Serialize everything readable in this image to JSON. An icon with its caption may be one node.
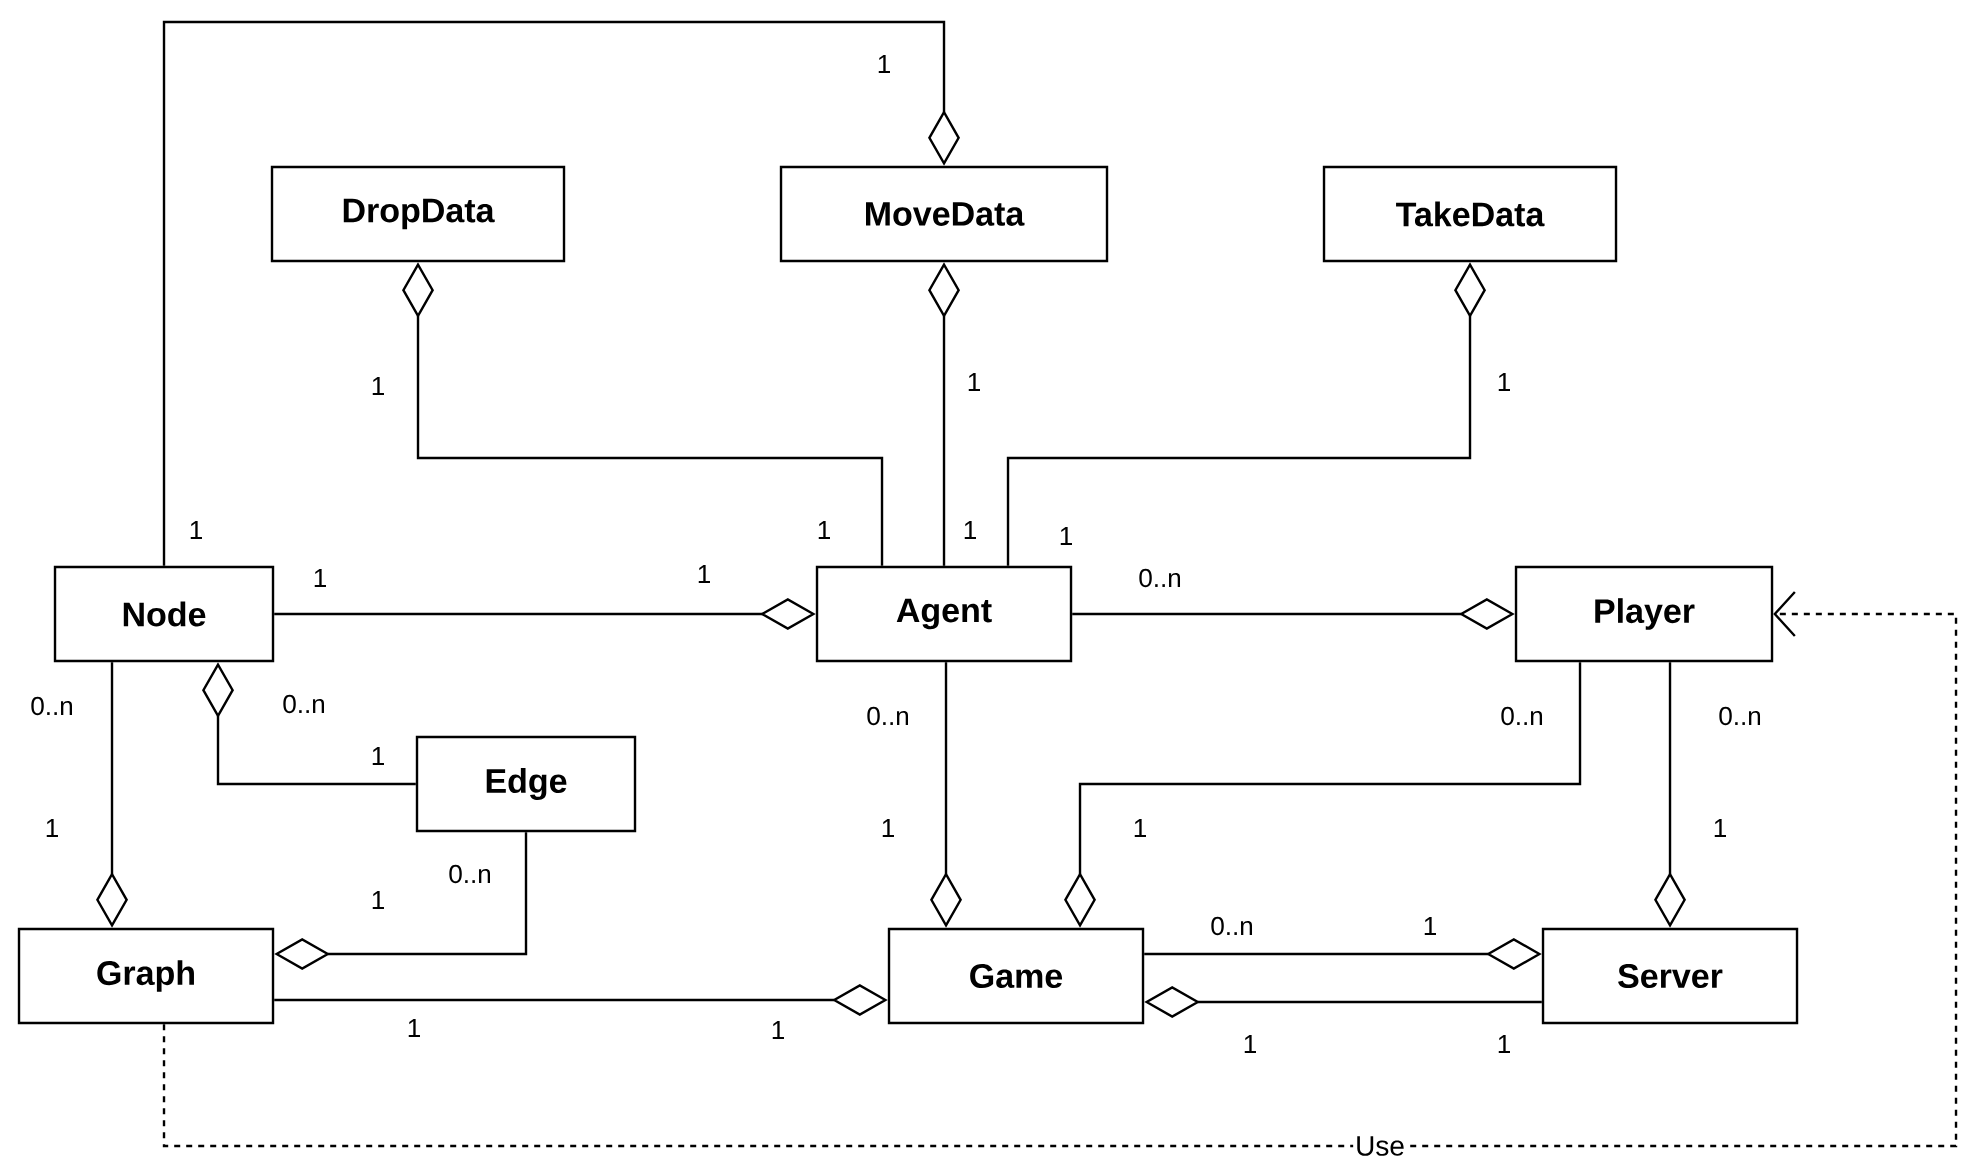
{
  "diagram": {
    "nodes": [
      {
        "text": [
          "DropData"
        ]
      },
      {
        "text": [
          "MoveData"
        ]
      },
      {
        "text": [
          "TakeData"
        ]
      },
      {
        "text": [
          "Node"
        ]
      },
      {
        "text": [
          "Agent"
        ]
      },
      {
        "text": [
          "Player"
        ]
      },
      {
        "text": [
          "Edge"
        ]
      },
      {
        "text": [
          "Graph"
        ]
      },
      {
        "text": [
          "Game"
        ]
      },
      {
        "text": [
          "Server"
        ]
      }
    ],
    "edges": [
      {
        "from": 3,
        "to": 1,
        "arrow": "other"
      },
      {
        "from": 4,
        "to": 0,
        "arrow": "other"
      },
      {
        "from": 4,
        "to": 1,
        "arrow": "other"
      },
      {
        "from": 4,
        "to": 2,
        "arrow": "other"
      },
      {
        "from": 3,
        "to": 4,
        "arrow": "other"
      },
      {
        "from": 4,
        "to": 5,
        "arrow": "other"
      },
      {
        "from": 6,
        "to": 3,
        "arrow": "other"
      },
      {
        "from": 3,
        "to": 7,
        "arrow": "other"
      },
      {
        "from": 6,
        "to": 7,
        "arrow": "other"
      },
      {
        "from": 7,
        "to": 8,
        "arrow": "other"
      },
      {
        "from": 4,
        "to": 8,
        "arrow": "other"
      },
      {
        "from": 5,
        "to": 8,
        "arrow": "other"
      },
      {
        "from": 5,
        "to": 9,
        "arrow": "other"
      },
      {
        "from": 8,
        "to": 9,
        "arrow": "other"
      },
      {
        "from": 9,
        "to": 8,
        "arrow": "other"
      },
      {
        "from": 7,
        "to": 5,
        "arrow": "to",
        "style": "dashed",
        "label": "Use"
      }
    ],
    "labels": [
      "1",
      "1",
      "1",
      "1",
      "1",
      "1",
      "1",
      "1",
      "1",
      "1",
      "0..n",
      "0..n",
      "0..n",
      "0..n",
      "0..n",
      "0..n",
      "1",
      "1",
      "1",
      "1",
      "1",
      "0..n",
      "1",
      "0..n",
      "1",
      "1",
      "1",
      "1",
      "1"
    ]
  }
}
